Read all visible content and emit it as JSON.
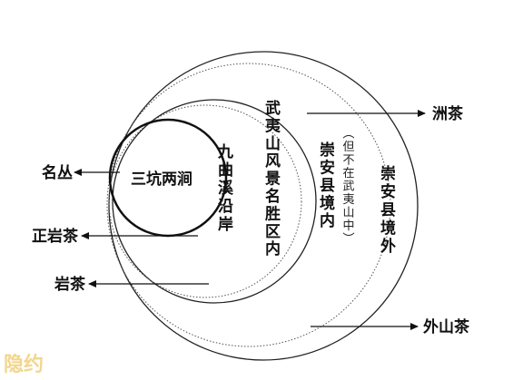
{
  "regions": {
    "innermost": "三坑两涧",
    "jiuqu": "九曲溪沿岸",
    "wuyishan": "武夷山风景名胜区内",
    "chongan_inner": "崇安县境内",
    "note": "（但不在武夷山中）",
    "chongan_outer": "崇安县境外"
  },
  "categories": {
    "mingcong": "名丛",
    "zhengyancha": "正岩茶",
    "yancha": "岩茶",
    "zhoucha": "洲茶",
    "waishancha": "外山茶"
  },
  "watermark": "隐约",
  "colors": {
    "ink": "#111111",
    "watermark": "#f0cf78"
  }
}
